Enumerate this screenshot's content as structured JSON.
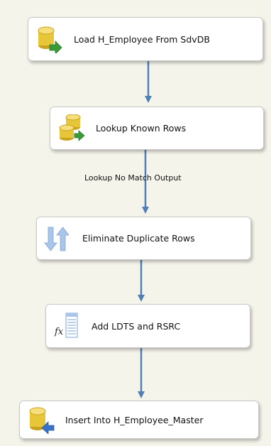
{
  "components": [
    {
      "label": "Load H_Employee From SdvDB",
      "icon": "ole-db-source-icon"
    },
    {
      "label": "Lookup Known Rows",
      "icon": "lookup-icon"
    },
    {
      "label": "Eliminate Duplicate Rows",
      "icon": "sort-icon"
    },
    {
      "label": "Add LDTS and RSRC",
      "icon": "derived-column-icon"
    },
    {
      "label": "Insert Into H_Employee_Master",
      "icon": "ole-db-destination-icon"
    }
  ],
  "paths": [
    {
      "label": ""
    },
    {
      "label": "Lookup No Match Output"
    },
    {
      "label": ""
    },
    {
      "label": ""
    }
  ],
  "colors": {
    "background": "#f5f4ea",
    "connector": "#4f7fb5",
    "database_gold": "#e8c63a",
    "arrow_green": "#3a9a3a",
    "arrow_blue": "#3a72c8"
  }
}
